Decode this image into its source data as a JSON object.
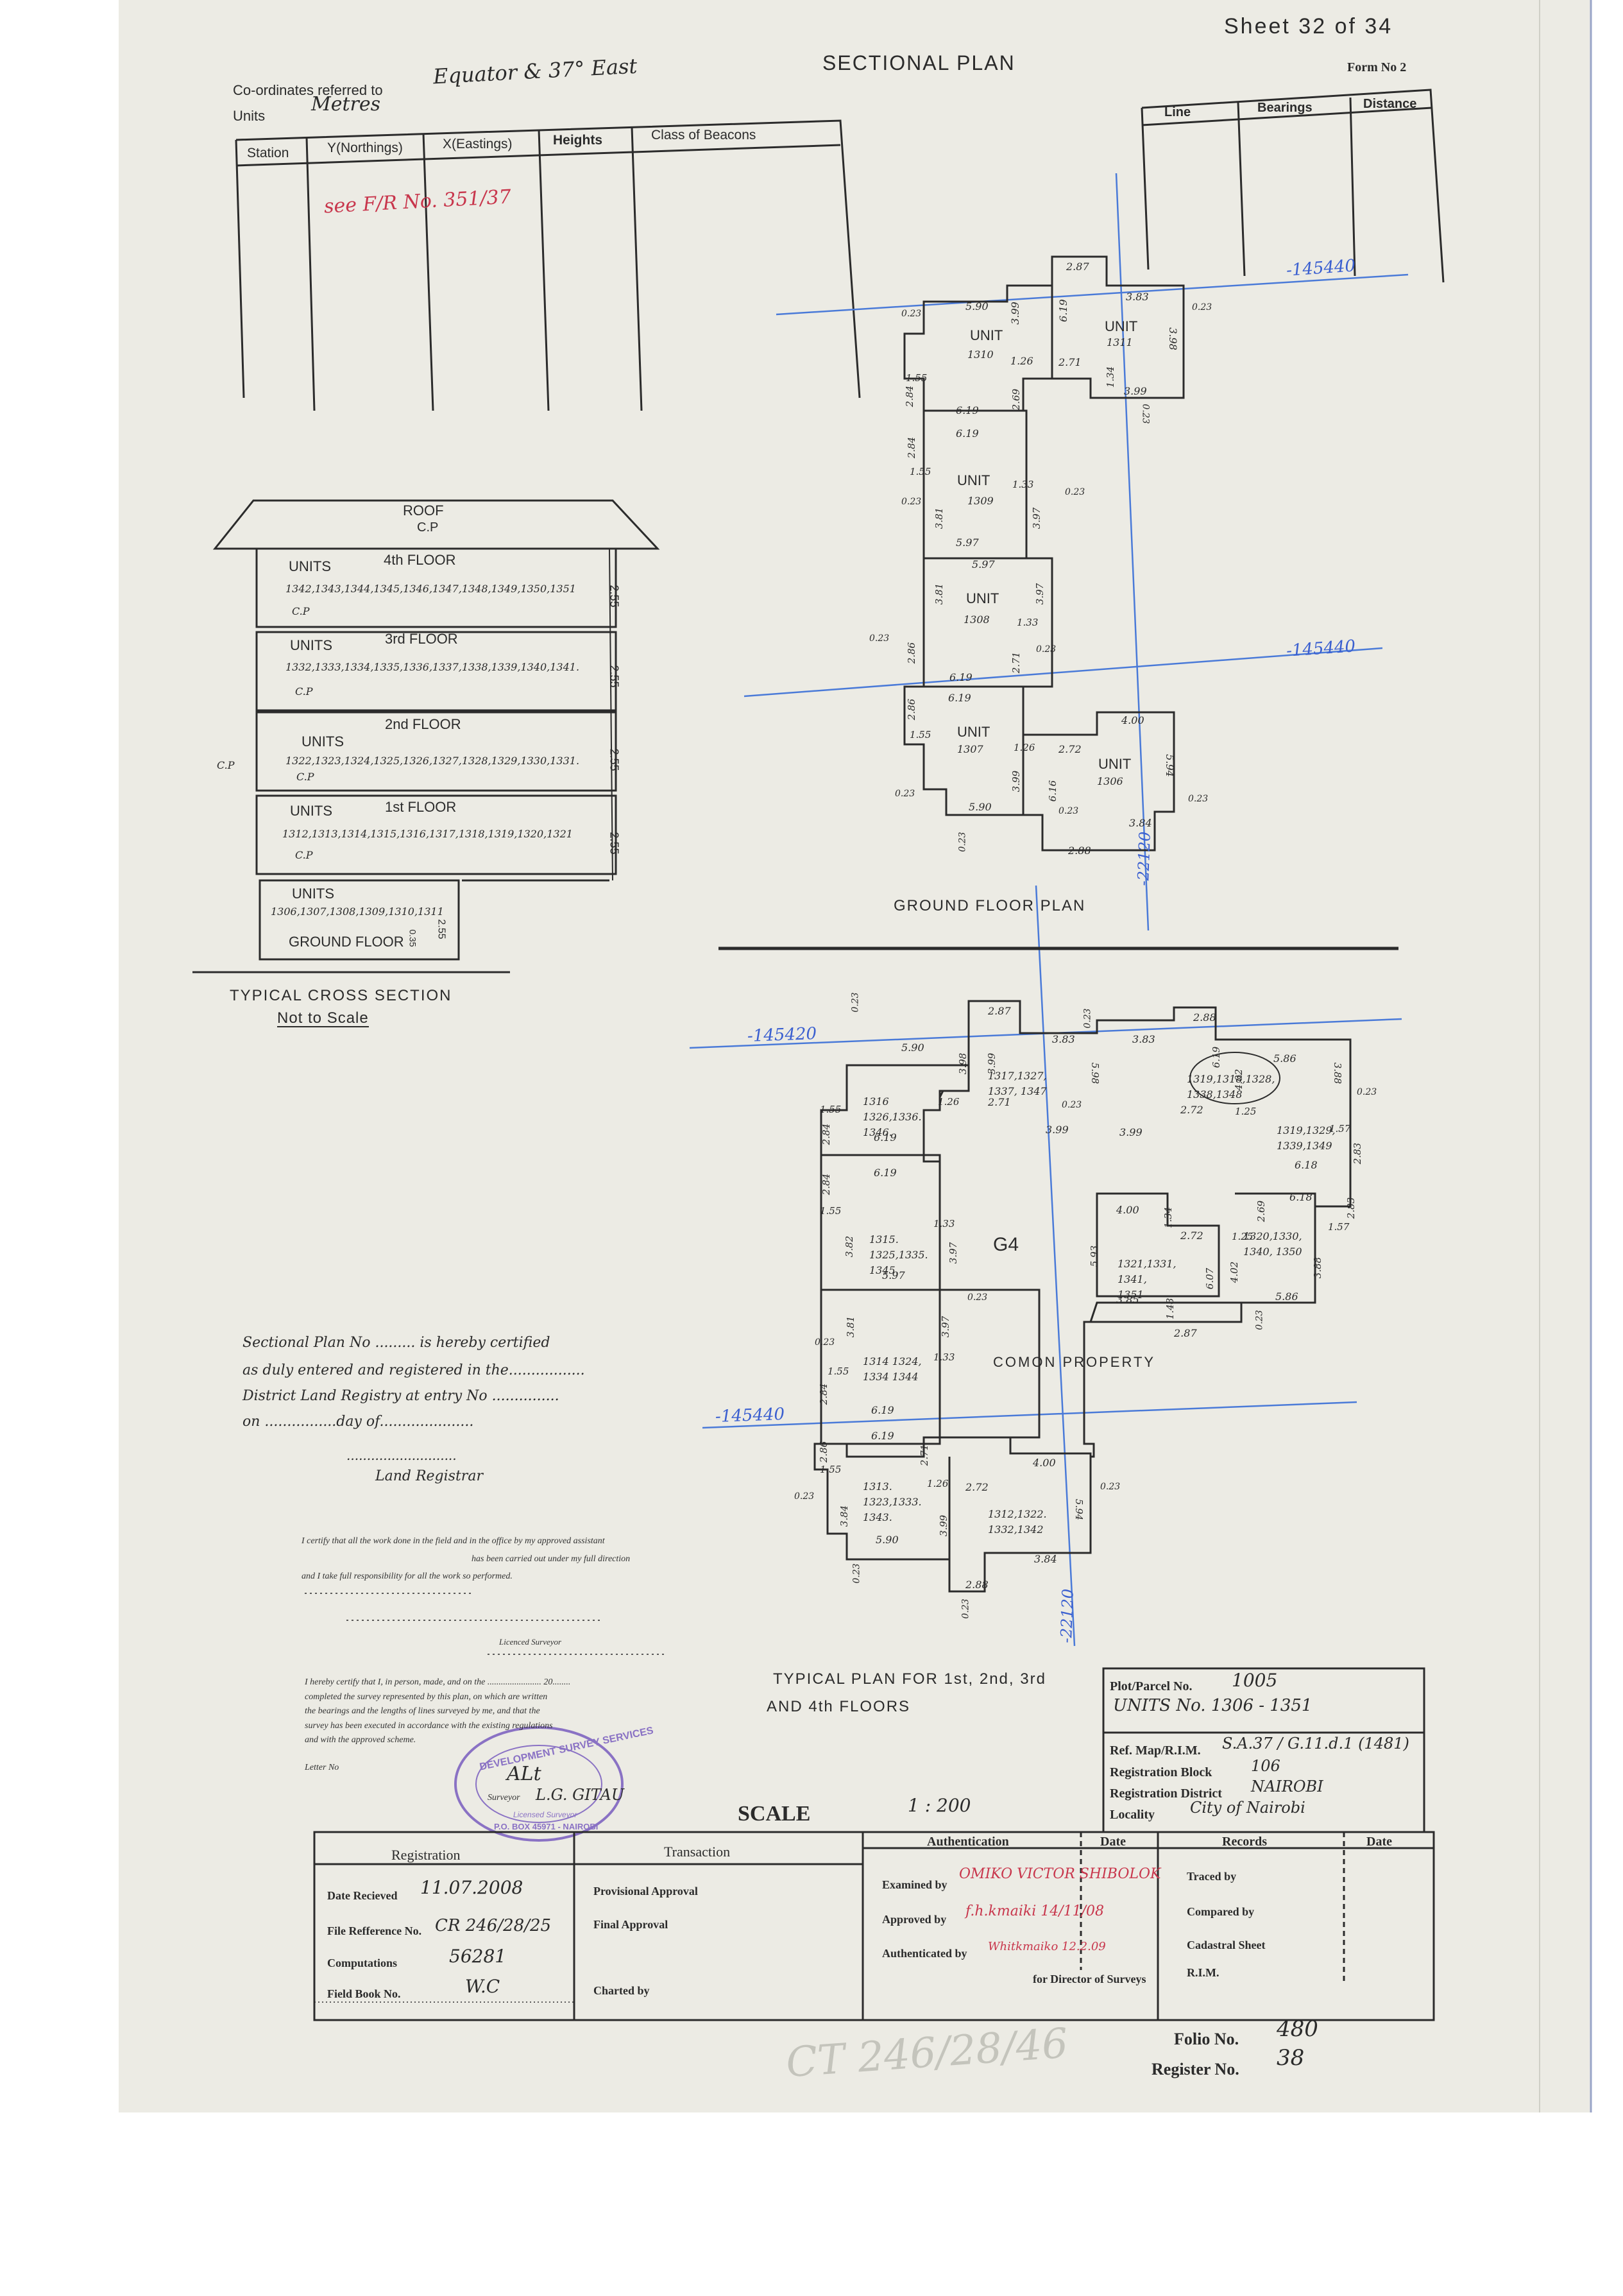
{
  "header": {
    "sheet": "Sheet 32 of 34",
    "title": "SECTIONAL PLAN",
    "form": "Form No 2",
    "coord_label": "Co-ordinates referred to",
    "coord_value": "Equator & 37° East",
    "units_label": "Units",
    "units_value": "Metres"
  },
  "station_table": {
    "columns": [
      "Station",
      "Y(Northings)",
      "X(Eastings)",
      "Heights",
      "Class of Beacons"
    ],
    "note": "see F/R No. 351/37"
  },
  "line_table": {
    "columns": [
      "Line",
      "Bearings",
      "Distance"
    ]
  },
  "cross_section": {
    "roof": "ROOF",
    "roof_cp": "C.P",
    "floors": [
      {
        "units_label": "UNITS",
        "floor": "4th FLOOR",
        "list": "1342,1343,1344,1345,1346,1347,1348,1349,1350,1351",
        "height": "2.55",
        "cp": "C.P"
      },
      {
        "units_label": "UNITS",
        "floor": "3rd FLOOR",
        "list": "1332,1333,1334,1335,1336,1337,1338,1339,1340,1341.",
        "height": "2.55",
        "cp": "C.P"
      },
      {
        "units_label": "UNITS",
        "floor": "2nd FLOOR",
        "list": "1322,1323,1324,1325,1326,1327,1328,1329,1330,1331.",
        "height": "2.55",
        "cp": "C.P"
      },
      {
        "units_label": "UNITS",
        "floor": "1st FLOOR",
        "list": "1312,1313,1314,1315,1316,1317,1318,1319,1320,1321",
        "height": "2.55",
        "cp": "C.P"
      }
    ],
    "ground_units_label": "UNITS",
    "ground_list": "1306,1307,1308,1309,1310,1311",
    "ground_label": "GROUND FLOOR",
    "ground_height": "2.55",
    "slab": "0.35",
    "side_cp": "C.P",
    "caption": "TYPICAL CROSS SECTION",
    "not_to_scale": "Not to Scale"
  },
  "ground_plan": {
    "caption": "GROUND FLOOR PLAN",
    "grid": {
      "top": "-145440",
      "mid": "-145440",
      "vertical": "-22120"
    },
    "units": [
      {
        "label": "UNIT",
        "num": "1310"
      },
      {
        "label": "UNIT",
        "num": "1311"
      },
      {
        "label": "UNIT",
        "num": "1309"
      },
      {
        "label": "UNIT",
        "num": "1308"
      },
      {
        "label": "UNIT",
        "num": "1307"
      },
      {
        "label": "UNIT",
        "num": "1306"
      }
    ],
    "dims": [
      "2.87",
      "3.83",
      "5.90",
      "3.99",
      "6.19",
      "3.98",
      "0.23",
      "0.23",
      "1.26",
      "2.71",
      "1.55",
      "2.84",
      "3.99",
      "6.19",
      "2.69",
      "1.34",
      "1.55",
      "2.84",
      "6.19",
      "1.33",
      "0.23",
      "0.23",
      "3.81",
      "3.97",
      "5.97",
      "5.97",
      "3.81",
      "3.97",
      "1.33",
      "0.23",
      "2.86",
      "6.19",
      "2.71",
      "6.19",
      "0.23",
      "2.86",
      "1.55",
      "1.26",
      "2.72",
      "4.00",
      "5.94",
      "3.99",
      "6.16",
      "0.23",
      "0.23",
      "5.90",
      "2.88",
      "3.84",
      "0.23",
      "0.23",
      "0.23"
    ]
  },
  "typical_plan": {
    "caption_line1": "TYPICAL PLAN FOR 1st, 2nd, 3rd",
    "caption_line2": "AND 4th FLOORS",
    "grid": {
      "top": "-145420",
      "mid": "-145440",
      "vertical": "-22120"
    },
    "common_id": "G4",
    "common_label": "COMON PROPERTY",
    "unit_lists": [
      "1316 1326,1336. 1346.",
      "1317,1327, 1337, 1347",
      "1319,1318,1328, 1338,1348",
      "1319,1329, 1339,1349",
      "1315. 1325,1335. 1345.",
      "1321,1331, 1341, 1351",
      "1320,1330, 1340, 1350",
      "1314 1324, 1334 1344",
      "1313. 1323,1333. 1343.",
      "1312,1322. 1332,1342"
    ],
    "dims": [
      "2.87",
      "3.83",
      "3.83",
      "2.88",
      "5.90",
      "3.98",
      "3.99",
      "5.98",
      "6.19",
      "4.02",
      "5.86",
      "3.88",
      "1.26",
      "2.71",
      "0.23",
      "3.99",
      "3.99",
      "2.72",
      "1.25",
      "0.23",
      "1.55",
      "2.84",
      "6.19",
      "6.18",
      "1.57",
      "2.83",
      "2.84",
      "6.19",
      "4.00",
      "1.34",
      "2.72",
      "2.69",
      "6.18",
      "2.83",
      "1.55",
      "1.33",
      "5.93",
      "1.25",
      "4.02",
      "3.88",
      "1.57",
      "3.82",
      "3.97",
      "6.07",
      "5.86",
      "5.97",
      "0.23",
      "3.85",
      "1.48",
      "2.87",
      "0.23",
      "0.23",
      "3.81",
      "1.33",
      "3.97",
      "1.55",
      "2.84",
      "6.19",
      "2.86",
      "6.19",
      "2.71",
      "4.00",
      "1.55",
      "1.26",
      "2.72",
      "0.23",
      "0.23",
      "3.84",
      "3.99",
      "5.94",
      "5.90",
      "3.84",
      "2.88",
      "0.23",
      "0.23",
      "0.23",
      "0.23"
    ]
  },
  "certification": {
    "line1": "Sectional Plan No ......... is hereby certified",
    "line2": "as duly entered and registered in the.................",
    "line3": "District Land Registry at entry No ...............",
    "line4": "on ................day of.....................",
    "dots": "...........................",
    "registrar": "Land Registrar",
    "assistant_1": "I certify that all the work done in the field and in the office by my approved assistant",
    "assistant_2": "has been carried out under my full direction",
    "assistant_3": "and I take full responsibility for all the work so performed.",
    "licensed": "Licenced Surveyor",
    "certify_1": "I hereby certify that I, in person, made, and on the ........................ 20........",
    "certify_2": "completed the survey represented by this plan, on which are written",
    "certify_3": "the bearings and the lengths of lines surveyed by me, and that the",
    "certify_4": "survey has been executed in accordance with the existing regulations",
    "certify_5": "and with the approved scheme.",
    "letter_no": "Letter No",
    "surveyor_label": "Surveyor",
    "surveyor_name": "L.G. GITAU",
    "signature": "ALt"
  },
  "stamp": {
    "ring_top": "DEVELOPMENT SURVEY SERVICES",
    "ring_bottom": "P.O. BOX 45971 - NAIROBI",
    "center": "Licensed Surveyor"
  },
  "scale": {
    "label": "SCALE",
    "value": "1 : 200"
  },
  "parcel": {
    "plot_label": "Plot/Parcel No.",
    "plot_value": "1005",
    "units_value": "UNITS No. 1306 - 1351",
    "ref_label": "Ref. Map/R.I.M.",
    "ref_value": "S.A.37 / G.11.d.1 (1481)",
    "block_label": "Registration Block",
    "block_value": "106",
    "district_label": "Registration District",
    "district_value": "NAIROBI",
    "locality_label": "Locality",
    "locality_value": "City of Nairobi"
  },
  "bottom_table": {
    "headers": {
      "registration": "Registration",
      "transaction": "Transaction",
      "authentication": "Authentication",
      "date": "Date",
      "records": "Records",
      "date2": "Date"
    },
    "registration": [
      {
        "label": "Date Recieved",
        "value": "11.07.2008"
      },
      {
        "label": "File Refference No.",
        "value": "CR 246/28/25"
      },
      {
        "label": "Computations",
        "value": "56281"
      },
      {
        "label": "Field Book No.",
        "value": "W.C"
      }
    ],
    "transaction": [
      {
        "label": "Provisional Approval"
      },
      {
        "label": "Final Approval"
      },
      {
        "label": "Charted by"
      }
    ],
    "authentication": [
      {
        "label": "Examined by",
        "value": "OMIKO VICTOR SHIBOLOK"
      },
      {
        "label": "Approved by",
        "value": "f.h.kmaiki 14/11/08"
      },
      {
        "label": "Authenticated by",
        "value": "Whitkmaiko 12.2.09"
      }
    ],
    "director": "for Director of Surveys",
    "records": [
      {
        "label": "Traced by"
      },
      {
        "label": "Compared by"
      },
      {
        "label": "Cadastral Sheet"
      },
      {
        "label": "R.I.M."
      }
    ]
  },
  "folio": {
    "folio_label": "Folio No.",
    "folio_value": "480",
    "register_label": "Register No.",
    "register_value": "38"
  },
  "file_mark": "CT 246/28/46"
}
